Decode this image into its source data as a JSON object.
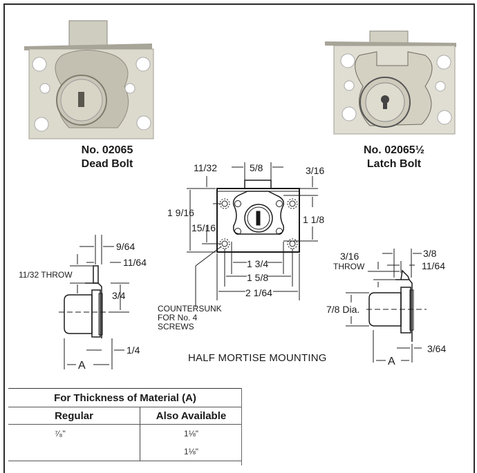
{
  "products": [
    {
      "number": "No. 02065",
      "name": "Dead Bolt"
    },
    {
      "number": "No. 02065½",
      "name": "Latch Bolt"
    }
  ],
  "front_view": {
    "dimensions": {
      "top_offset": "11/32",
      "bolt_width": "5/8",
      "right_offset": "3/16",
      "overall_height": "1 9/16",
      "hole_spacing_vertical_left": "15/16",
      "hole_spacing_vertical_right": "1 1/8",
      "width_inner": "1 3/4",
      "hole_spacing_horizontal": "1 5/8",
      "overall_width": "2 1/64"
    },
    "callout": [
      "COUNTERSUNK",
      "FOR No. 4",
      "SCREWS"
    ]
  },
  "dead_bolt_side": {
    "dims": {
      "a": "9/64",
      "b": "11/64",
      "throw": "11/32 THROW",
      "height": "3/4",
      "flange": "1/4",
      "thickness": "A"
    }
  },
  "latch_bolt_side": {
    "dims": {
      "throw_value": "3/16",
      "throw_label": "THROW",
      "a": "3/8",
      "b": "11/64",
      "dia": "7/8 Dia.",
      "flange": "3/64",
      "thickness": "A"
    }
  },
  "mounting_label": "HALF MORTISE MOUNTING",
  "table": {
    "title": "For Thickness of Material (A)",
    "headers": [
      "Regular",
      "Also Available"
    ],
    "rows": [
      [
        "⁷⁄₈\"",
        "1⅛\""
      ],
      [
        "",
        "1⅛\""
      ]
    ]
  }
}
